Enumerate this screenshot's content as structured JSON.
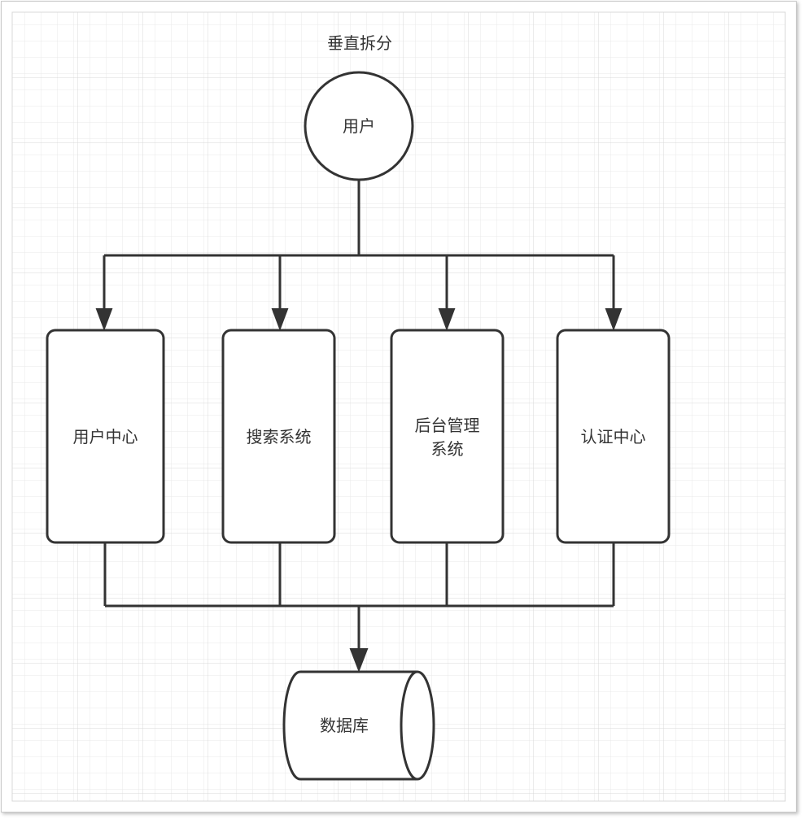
{
  "diagram": {
    "title": "垂直拆分",
    "user_node": "用户",
    "services": [
      {
        "lines": [
          "用户中心"
        ]
      },
      {
        "lines": [
          "搜索系统"
        ]
      },
      {
        "lines": [
          "后台管理",
          "系统"
        ]
      },
      {
        "lines": [
          "认证中心"
        ]
      }
    ],
    "database": "数据库",
    "colors": {
      "stroke": "#333333",
      "grid_minor": "#e8e8e8",
      "grid_major": "#d4d4d4",
      "text": "#333333"
    }
  }
}
